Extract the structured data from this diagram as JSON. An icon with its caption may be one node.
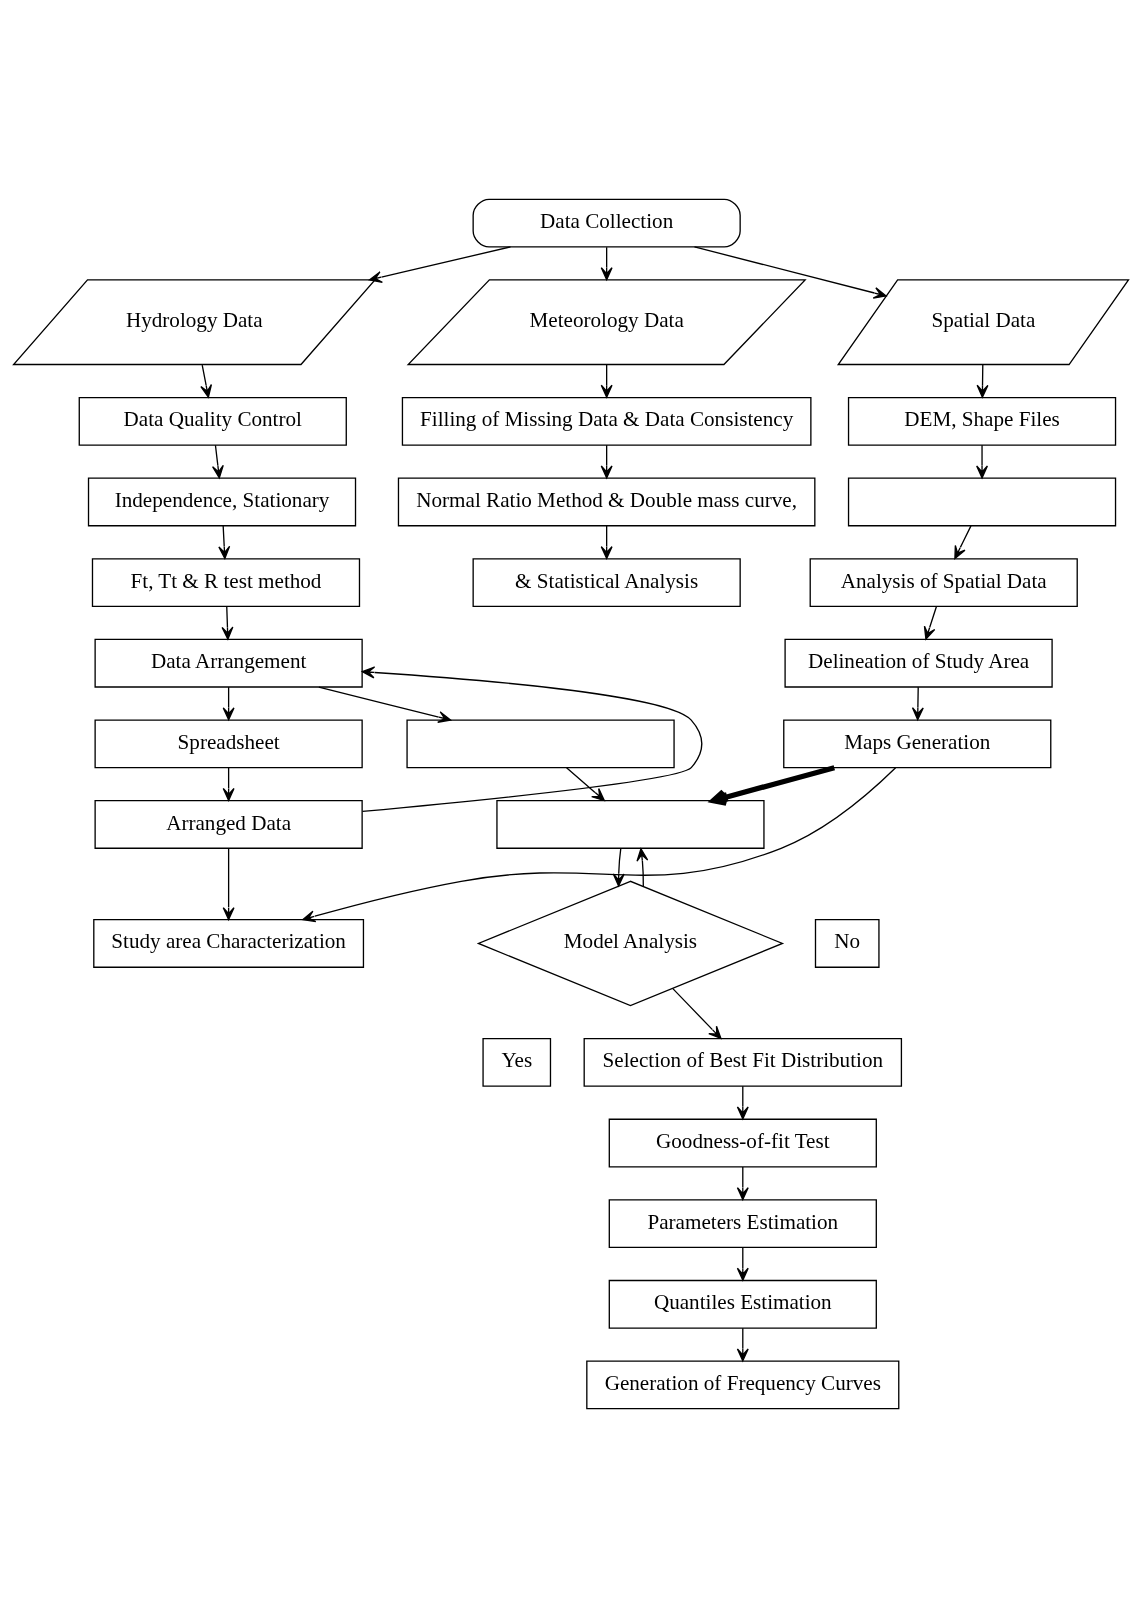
{
  "diagram": {
    "nodes": [
      {
        "text": [
          "Data Collection"
        ]
      },
      {
        "text": [
          "Hydrology Data"
        ]
      },
      {
        "text": [
          "Meteorology Data"
        ]
      },
      {
        "text": [
          "Spatial Data"
        ]
      },
      {
        "text": [
          "Data Quality Control"
        ]
      },
      {
        "text": [
          "Independence, Stationary"
        ]
      },
      {
        "text": [
          "Ft, Tt & R test method"
        ]
      },
      {
        "text": [
          "Data Arrangement"
        ]
      },
      {
        "text": [],
        "shape": "box"
      },
      {
        "text": [],
        "shape": "box"
      },
      {
        "text": [
          "Model Analysis"
        ]
      },
      {
        "text": [
          "No"
        ]
      },
      {
        "text": [
          "Yes"
        ]
      },
      {
        "text": [
          "Selection of Best Fit Distribution"
        ]
      },
      {
        "text": [
          "Goodness-of-fit Test"
        ]
      },
      {
        "text": [
          "Parameters Estimation"
        ]
      },
      {
        "text": [
          "Quantiles Estimation"
        ]
      },
      {
        "text": [
          "Generation of Frequency Curves"
        ]
      },
      {
        "text": [
          "Filling of Missing Data & Data Consistency"
        ]
      },
      {
        "text": [
          "Normal Ratio Method & Double mass curve,"
        ]
      },
      {
        "text": [
          "& Statistical Analysis"
        ]
      },
      {
        "text": [
          "Spreadsheet"
        ]
      },
      {
        "text": [
          "Arranged Data"
        ]
      },
      {
        "text": [
          "Study area Characterization"
        ]
      },
      {
        "text": [
          "DEM, Shape Files"
        ]
      },
      {
        "text": [],
        "shape": "box"
      },
      {
        "text": [
          "Analysis of Spatial Data"
        ]
      },
      {
        "text": [
          "Delineation of Study Area"
        ]
      },
      {
        "text": [
          "Maps Generation"
        ]
      }
    ],
    "edges": [
      {
        "from": 0,
        "to": 1,
        "arrow": "to"
      },
      {
        "from": 0,
        "to": 2,
        "arrow": "to"
      },
      {
        "from": 0,
        "to": 3,
        "arrow": "to"
      },
      {
        "from": 1,
        "to": 4,
        "arrow": "to"
      },
      {
        "from": 4,
        "to": 5,
        "arrow": "to"
      },
      {
        "from": 5,
        "to": 6,
        "arrow": "to"
      },
      {
        "from": 6,
        "to": 7,
        "arrow": "to"
      },
      {
        "from": 7,
        "to": 8,
        "arrow": "to"
      },
      {
        "from": 8,
        "to": 9,
        "arrow": "to"
      },
      {
        "from": 9,
        "to": 10,
        "arrow": "to"
      },
      {
        "from": 10,
        "to": 9,
        "arrow": "to"
      },
      {
        "from": 10,
        "to": 13,
        "arrow": "to"
      },
      {
        "from": 13,
        "to": 14,
        "arrow": "to"
      },
      {
        "from": 14,
        "to": 15,
        "arrow": "to"
      },
      {
        "from": 15,
        "to": 16,
        "arrow": "to"
      },
      {
        "from": 16,
        "to": 17,
        "arrow": "to"
      },
      {
        "from": 2,
        "to": 18,
        "arrow": "to"
      },
      {
        "from": 18,
        "to": 19,
        "arrow": "to"
      },
      {
        "from": 19,
        "to": 20,
        "arrow": "to"
      },
      {
        "from": 7,
        "to": 21,
        "arrow": "to"
      },
      {
        "from": 21,
        "to": 22,
        "arrow": "to"
      },
      {
        "from": 22,
        "to": 7,
        "arrow": "to"
      },
      {
        "from": 22,
        "to": 23,
        "arrow": "to"
      },
      {
        "from": 3,
        "to": 24,
        "arrow": "to"
      },
      {
        "from": 24,
        "to": 25,
        "arrow": "to"
      },
      {
        "from": 25,
        "to": 26,
        "arrow": "to"
      },
      {
        "from": 26,
        "to": 27,
        "arrow": "to"
      },
      {
        "from": 27,
        "to": 28,
        "arrow": "to"
      },
      {
        "from": 28,
        "to": 23,
        "arrow": "to"
      },
      {
        "from": 28,
        "to": 9,
        "arrow": "to",
        "style": "thick"
      }
    ]
  }
}
